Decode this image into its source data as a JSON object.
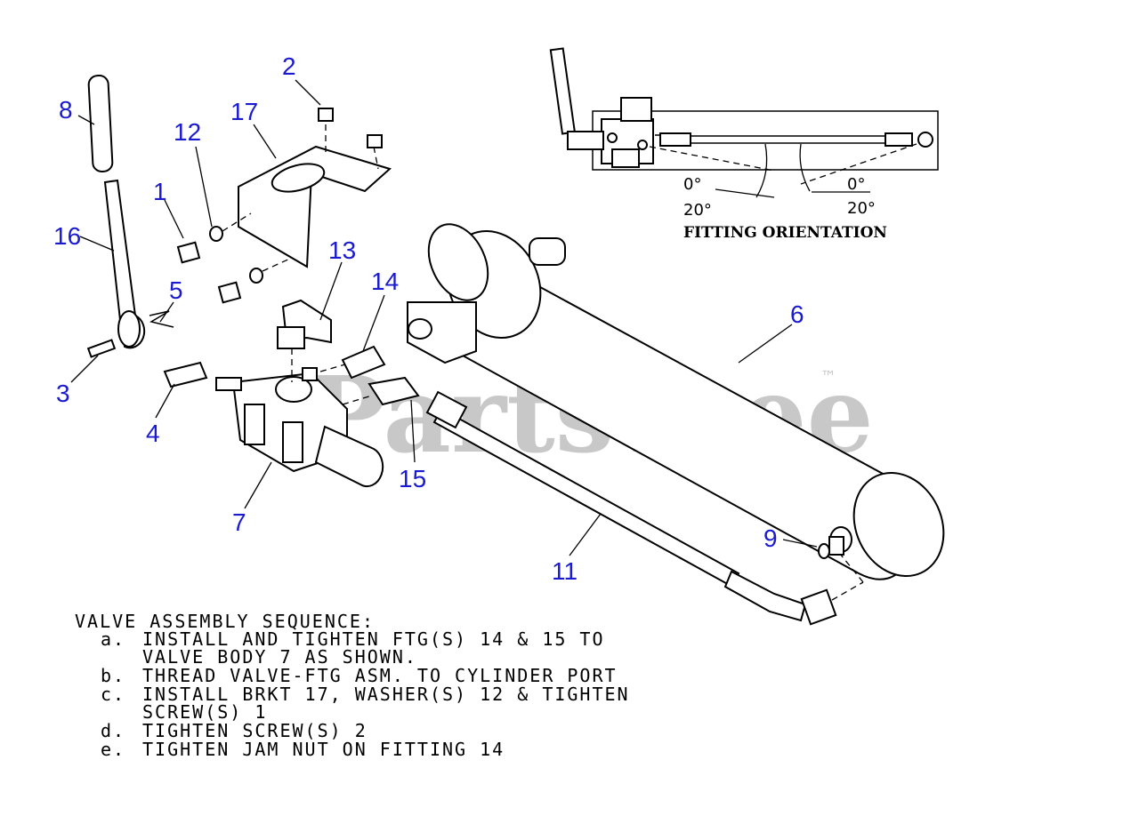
{
  "watermark": {
    "text": "PartsTree",
    "trademark": "™"
  },
  "callouts": [
    {
      "id": "1",
      "label": "1"
    },
    {
      "id": "2",
      "label": "2"
    },
    {
      "id": "3",
      "label": "3"
    },
    {
      "id": "4",
      "label": "4"
    },
    {
      "id": "5",
      "label": "5"
    },
    {
      "id": "6",
      "label": "6"
    },
    {
      "id": "7",
      "label": "7"
    },
    {
      "id": "8",
      "label": "8"
    },
    {
      "id": "9",
      "label": "9"
    },
    {
      "id": "11",
      "label": "11"
    },
    {
      "id": "12",
      "label": "12"
    },
    {
      "id": "13",
      "label": "13"
    },
    {
      "id": "14",
      "label": "14"
    },
    {
      "id": "15",
      "label": "15"
    },
    {
      "id": "16",
      "label": "16"
    },
    {
      "id": "17",
      "label": "17"
    }
  ],
  "fitting_orientation": {
    "title": "FITTING ORIENTATION",
    "left_angle_a": "0°",
    "left_angle_b": "20°",
    "right_angle_a": "0°",
    "right_angle_b": "20°"
  },
  "notes": {
    "heading": "VALVE ASSEMBLY SEQUENCE:",
    "steps": [
      {
        "marker": "a.",
        "text": "INSTALL AND TIGHTEN FTG(S) 14 & 15 TO"
      },
      {
        "marker": "",
        "text": "VALVE BODY 7 AS SHOWN."
      },
      {
        "marker": "b.",
        "text": "THREAD VALVE-FTG ASM. TO CYLINDER PORT"
      },
      {
        "marker": "c.",
        "text": "INSTALL BRKT 17, WASHER(S) 12 & TIGHTEN"
      },
      {
        "marker": "",
        "text": "SCREW(S) 1"
      },
      {
        "marker": "d.",
        "text": "TIGHTEN SCREW(S) 2"
      },
      {
        "marker": "e.",
        "text": "TIGHTEN JAM NUT ON FITTING 14"
      }
    ]
  },
  "colors": {
    "callout": "#1a1ad0",
    "line": "#000000",
    "watermark": "#c8c8c8"
  }
}
